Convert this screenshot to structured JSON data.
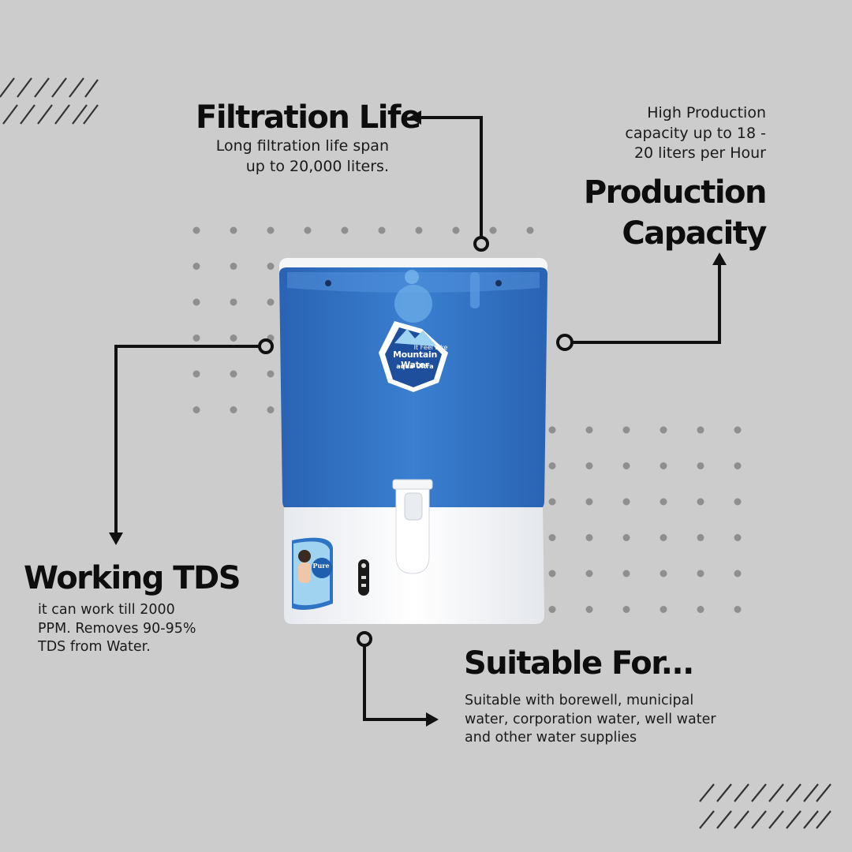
{
  "filtration": {
    "title": "Filtration Life",
    "line1": "Long filtration life span",
    "line2": "up to  20,000 liters."
  },
  "production": {
    "title_line1": "Production",
    "title_line2": "Capacity",
    "line1": "High Production",
    "line2": "capacity up to 18 -",
    "line3": "20 liters per Hour"
  },
  "tds": {
    "title": "Working TDS",
    "line1": "it can work till 2000",
    "line2": "PPM. Removes 90-95%",
    "line3": "TDS from Water."
  },
  "suitable": {
    "title": "Suitable For...",
    "line1": "Suitable with borewell, municipal",
    "line2": "water, corporation water, well water",
    "line3": "and other water supplies"
  },
  "product": {
    "tagline": "It Feel Like",
    "brand": "Mountain Water",
    "sub_brand": "aqua Ultra",
    "sticker_text": "Pure"
  },
  "colors": {
    "background": "#cccccc",
    "tank_blue": "#2f6fbf",
    "ink": "#111111"
  }
}
